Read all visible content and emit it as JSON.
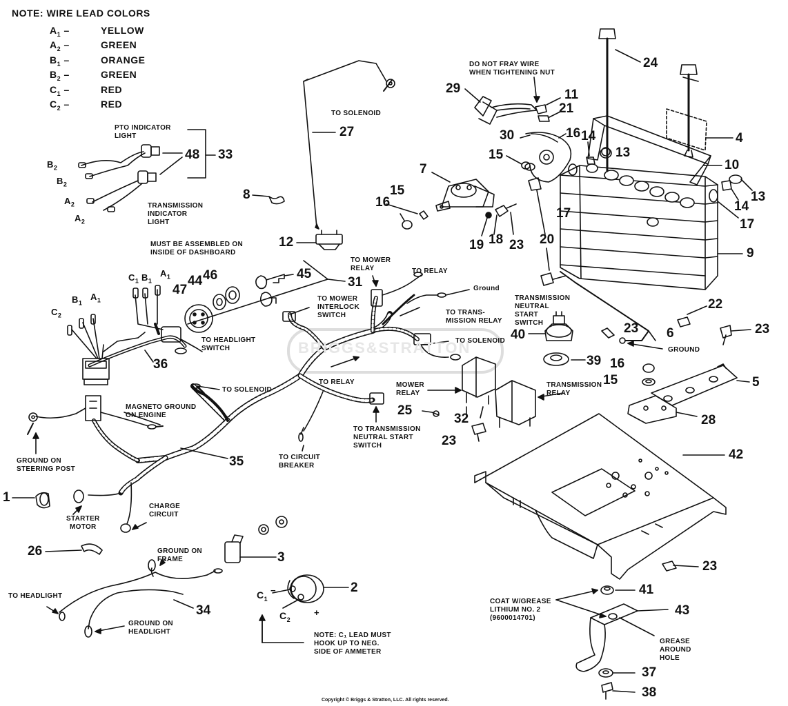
{
  "note": {
    "title": "NOTE: WIRE LEAD COLORS",
    "leads": [
      {
        "code": "A",
        "sub": "1",
        "color": "YELLOW"
      },
      {
        "code": "A",
        "sub": "2",
        "color": "GREEN"
      },
      {
        "code": "B",
        "sub": "1",
        "color": "ORANGE"
      },
      {
        "code": "B",
        "sub": "2",
        "color": "GREEN"
      },
      {
        "code": "C",
        "sub": "1",
        "color": "RED"
      },
      {
        "code": "C",
        "sub": "2",
        "color": "RED"
      }
    ]
  },
  "labels": {
    "pto_light": "PTO INDICATOR\nLIGHT",
    "trans_light": "TRANSMISSION\nINDICATOR\nLIGHT",
    "to_solenoid_top": "TO SOLENOID",
    "must_be_assembled": "MUST BE ASSEMBLED ON\nINSIDE OF DASHBOARD",
    "to_headlight_switch": "TO HEADLIGHT\nSWITCH",
    "to_mower_interlock": "TO MOWER\nINTERLOCK\nSWITCH",
    "to_mower_relay": "TO MOWER\nRELAY",
    "to_relay_top": "TO RELAY",
    "ground_top": "Ground",
    "to_trans_relay": "TO TRANS-\nMISSION RELAY",
    "to_solenoid_right": "TO SOLENOID",
    "to_relay_mid": "TO RELAY",
    "to_solenoid_mid": "TO SOLENOID",
    "magneto_ground": "MAGNETO GROUND\nON ENGINE",
    "ground_steering": "GROUND ON\nSTEERING POST",
    "to_trans_neutral": "TO TRANSMISSION\nNEUTRAL START\nSWITCH",
    "to_circuit_breaker": "TO CIRCUIT\nBREAKER",
    "starter_motor": "STARTER\nMOTOR",
    "charge_circuit": "CHARGE\nCIRCUIT",
    "ground_frame": "GROUND ON\nFRAME",
    "to_headlight": "TO HEADLIGHT",
    "ground_headlight": "GROUND ON\nHEADLIGHT",
    "note_c1": "NOTE: C₁ LEAD MUST\nHOOK UP TO NEG.\nSIDE OF AMMETER",
    "do_not_fray": "DO NOT FRAY WIRE\nWHEN TIGHTENING NUT",
    "trans_neutral_switch": "TRANSMISSION\nNEUTRAL\nSTART\nSWITCH",
    "ground_right": "GROUND",
    "mower_relay": "MOWER\nRELAY",
    "transmission_relay": "TRANSMISSION\nRELAY",
    "coat_grease": "COAT W/GREASE\nLITHIUM NO. 2\n(9600014701)",
    "grease_hole": "GREASE\nAROUND\nHOLE",
    "minus": "−",
    "plus": "+",
    "watermark": "BRIGGS&STRATTON"
  },
  "callouts": {
    "c1": "1",
    "c2": "2",
    "c3": "3",
    "c4": "4",
    "c5": "5",
    "c6": "6",
    "c7": "7",
    "c8": "8",
    "c9": "9",
    "c10": "10",
    "c11": "11",
    "c12": "12",
    "c13a": "13",
    "c13b": "13",
    "c14a": "14",
    "c14b": "14",
    "c15a": "15",
    "c15b": "15",
    "c15c": "15",
    "c16a": "16",
    "c16b": "16",
    "c16c": "16",
    "c17a": "17",
    "c17b": "17",
    "c18": "18",
    "c19": "19",
    "c20": "20",
    "c21": "21",
    "c22": "22",
    "c23a": "23",
    "c23b": "23",
    "c23c": "23",
    "c23d": "23",
    "c23e": "23",
    "c24": "24",
    "c25": "25",
    "c26": "26",
    "c27": "27",
    "c28": "28",
    "c29": "29",
    "c30": "30",
    "c31": "31",
    "c32": "32",
    "c33": "33",
    "c34": "34",
    "c35": "35",
    "c36": "36",
    "c37": "37",
    "c38": "38",
    "c39": "39",
    "c40": "40",
    "c41": "41",
    "c42": "42",
    "c43": "43",
    "c44": "44",
    "c45": "45",
    "c46": "46",
    "c47": "47",
    "c48": "48"
  },
  "wire_tags": {
    "b2a": {
      "code": "B",
      "sub": "2"
    },
    "b2b": {
      "code": "B",
      "sub": "2"
    },
    "a2a": {
      "code": "A",
      "sub": "2"
    },
    "a2b": {
      "code": "A",
      "sub": "2"
    },
    "c2": {
      "code": "C",
      "sub": "2"
    },
    "b1": {
      "code": "B",
      "sub": "1"
    },
    "a1": {
      "code": "A",
      "sub": "1"
    },
    "c1s": {
      "code": "C",
      "sub": "1"
    },
    "b1s": {
      "code": "B",
      "sub": "1"
    },
    "a1s": {
      "code": "A",
      "sub": "1"
    },
    "c1am": {
      "code": "C",
      "sub": "1"
    },
    "c2am": {
      "code": "C",
      "sub": "2"
    }
  },
  "copyright": "Copyright © Briggs & Stratton, LLC. All rights reserved."
}
